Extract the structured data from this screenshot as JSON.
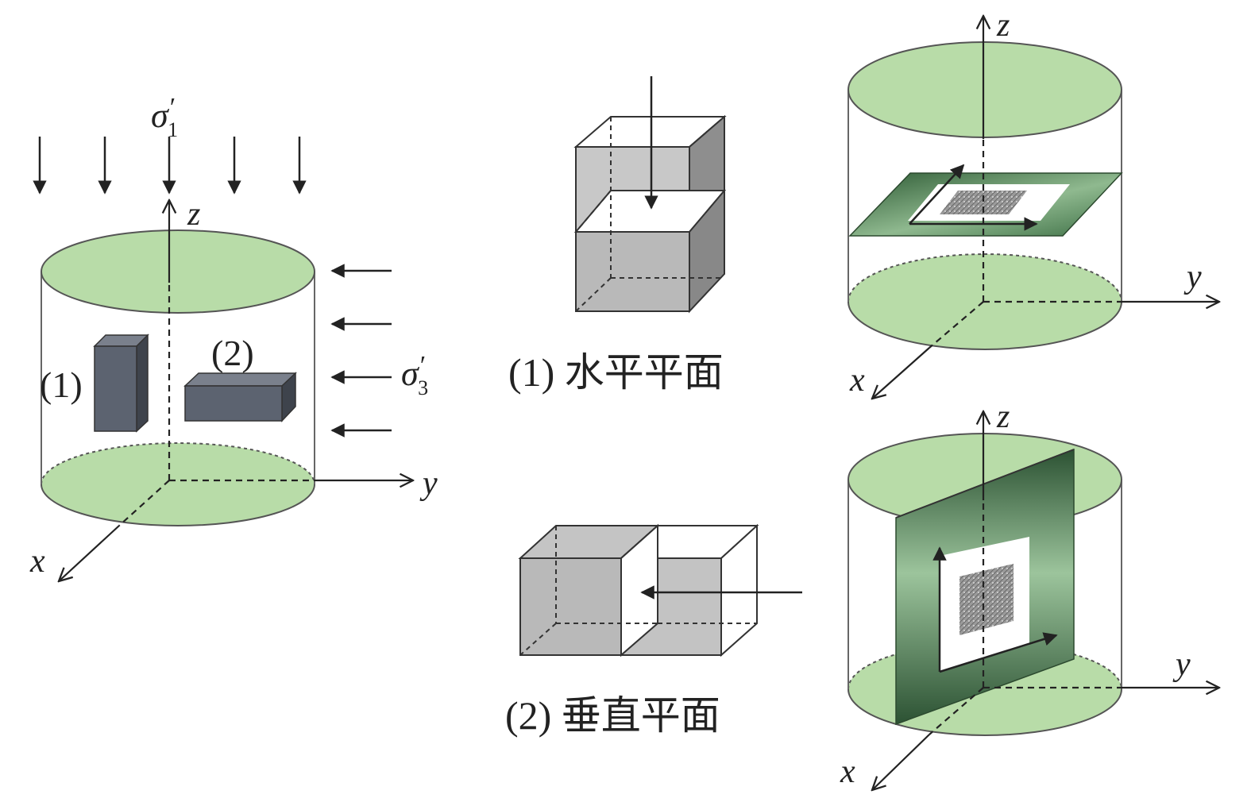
{
  "labels": {
    "sigma1": "σ",
    "sigma1_sub": "1",
    "sigma_prime": "′",
    "sigma3": "σ",
    "sigma3_sub": "3",
    "x": "x",
    "y": "y",
    "z": "z",
    "specimen1": "(1)",
    "specimen2": "(2)"
  },
  "captions": {
    "horizontal": "(1) 水平平面",
    "vertical": "(2) 垂直平面"
  },
  "colors": {
    "green_face": "#b8dca8",
    "dark_block": "#5c6370",
    "gray_block": "#b9b9b9",
    "plane_dark": "#2f5a35"
  }
}
